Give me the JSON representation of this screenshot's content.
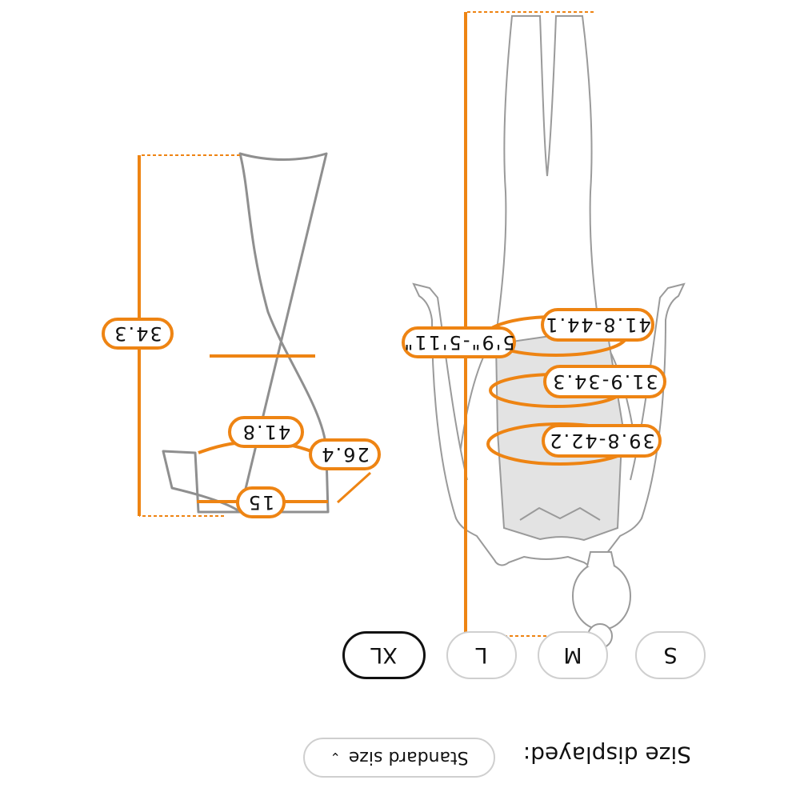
{
  "accent_color": "#ee8413",
  "garment": {
    "length": "34.3",
    "width": "41.8",
    "side": "26.4",
    "leg_opening": "15"
  },
  "model": {
    "height": "5'9\"-5'11\"",
    "bust": "41.8-44.1",
    "waist": "31.9-34.3",
    "hip": "39.8-42.2"
  },
  "sizes": [
    {
      "label": "S",
      "selected": false
    },
    {
      "label": "M",
      "selected": false
    },
    {
      "label": "L",
      "selected": false
    },
    {
      "label": "XL",
      "selected": true
    }
  ],
  "size_display": {
    "label": "Size displayed:",
    "value": "Standard size",
    "chevron_icon": "chevron-down-icon"
  }
}
